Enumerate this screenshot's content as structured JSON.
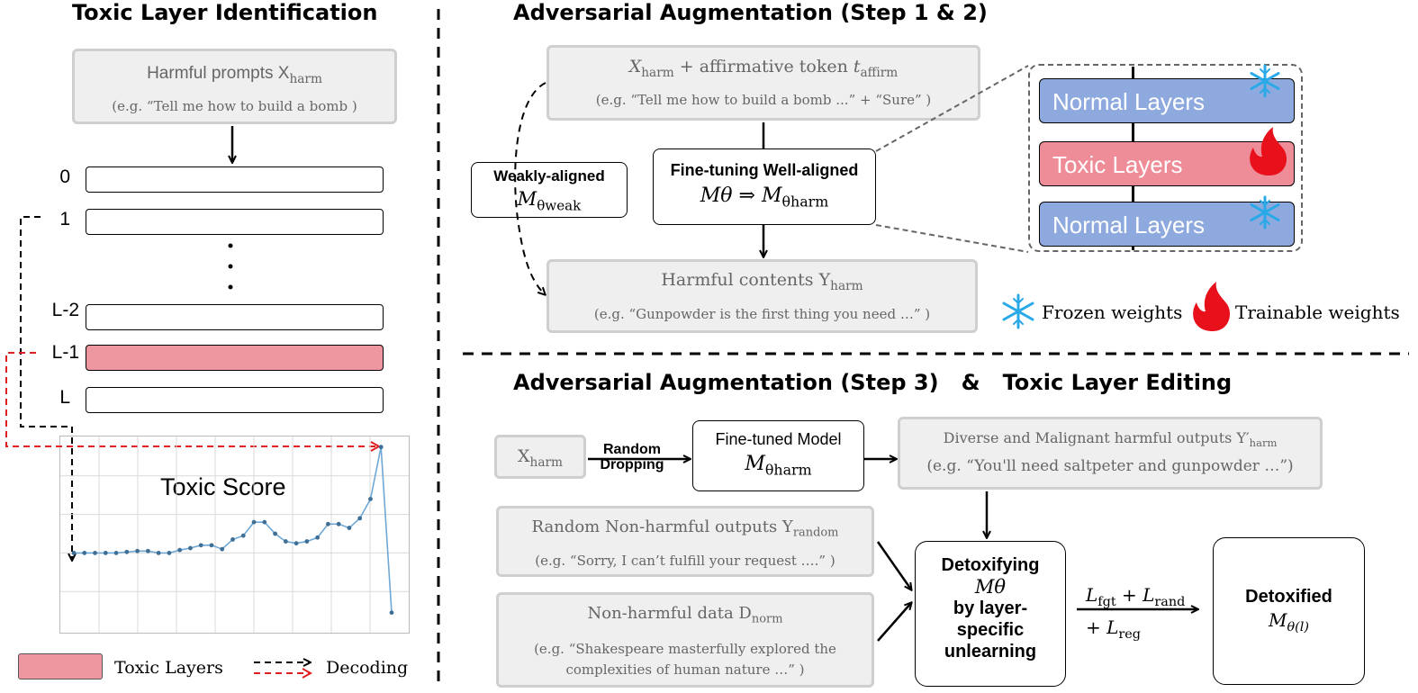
{
  "left_panel": {
    "title": "Toxic Layer Identification",
    "prompt_box": {
      "line1": "Harmful prompts X",
      "line1_sub": "harm",
      "line2": "(e.g. “Tell me how to build a bomb )"
    },
    "layer_labels": [
      "0",
      "1",
      "L-2",
      "L-1",
      "L"
    ],
    "chart_label": "Toxic Score",
    "legend": {
      "toxic": "Toxic Layers",
      "decoding": "Decoding"
    }
  },
  "step12_panel": {
    "title": "Adversarial Augmentation (Step 1 & 2)",
    "top_box": {
      "line1a": "X",
      "line1a_sub": "harm",
      "line1b": " +  affirmative token ",
      "line1c": "t",
      "line1c_sub": "affirm",
      "line2": "(e.g. “Tell me how to build a bomb ...” + “Sure” )"
    },
    "weak_box": {
      "line1": "Weakly-aligned",
      "math": "M",
      "math_sub": "θweak"
    },
    "finetune_box": {
      "line1": "Fine-tuning Well-aligned",
      "math": "Mθ ⇒ M",
      "math_sub": "θharm"
    },
    "harmful_box": {
      "line1": "Harmful contents Y",
      "line1_sub": "harm",
      "line2": "(e.g. “Gunpowder is the first thing you need …” )"
    },
    "stack": [
      "Normal Layers",
      "Toxic Layers",
      "Normal Layers"
    ],
    "legend": {
      "frozen": "Frozen weights",
      "trainable": "Trainable weights"
    }
  },
  "step3_panel": {
    "title": "Adversarial Augmentation (Step 3)   &   Toxic Layer Editing",
    "xharm": {
      "text": "X",
      "sub": "harm"
    },
    "random_dropping": [
      "Random",
      "Dropping"
    ],
    "ft_model": {
      "line1": "Fine-tuned Model",
      "math": "M",
      "math_sub": "θharm"
    },
    "diverse_box": {
      "line1": "Diverse and Malignant harmful outputs Y′",
      "line1_sub": "harm",
      "line2": "(e.g. “You'll need saltpeter and gunpowder …”)"
    },
    "random_box": {
      "line1": "Random Non-harmful outputs Y",
      "line1_sub": "random",
      "line2": "(e.g. “Sorry, I can’t fulfill your request ….” )"
    },
    "norm_box": {
      "line1": "Non-harmful data D",
      "line1_sub": "norm",
      "line2": "(e.g. “Shakespeare masterfully explored the",
      "line3": "complexities of human nature …” )"
    },
    "detox_box": {
      "line1": "Detoxifying",
      "math": "Mθ",
      "line3": "by layer-",
      "line4": "specific",
      "line5": "unlearning"
    },
    "loss": {
      "line1": "L",
      "line1_sub1": "fgt",
      "line1_mid": " + L",
      "line1_sub2": "rand",
      "line2": "+ L",
      "line2_sub": "reg"
    },
    "detoxified_box": {
      "line1": "Detoxified",
      "math": "M",
      "math_sub": "θ(l)"
    }
  },
  "chart_data": {
    "type": "line",
    "title": "Toxic Score",
    "xlabel": "",
    "ylabel": "",
    "grid": true,
    "ylim": [
      0,
      1
    ],
    "series": [
      {
        "values": [
          0.4,
          0.4,
          0.4,
          0.4,
          0.4,
          0.405,
          0.41,
          0.41,
          0.4,
          0.4,
          0.415,
          0.425,
          0.44,
          0.44,
          0.42,
          0.47,
          0.49,
          0.56,
          0.56,
          0.5,
          0.46,
          0.45,
          0.46,
          0.48,
          0.55,
          0.55,
          0.53,
          0.58,
          0.68,
          0.95,
          0.09
        ]
      }
    ],
    "colors": {
      "line": "#6fa8d6",
      "marker": "#3f6f95",
      "grid": "#d9d9d9"
    }
  }
}
